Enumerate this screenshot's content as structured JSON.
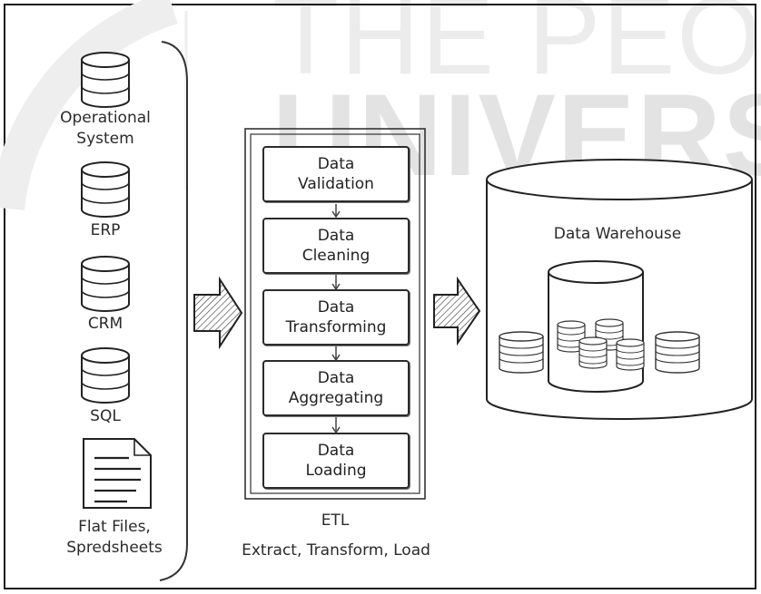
{
  "watermark": {
    "top_text": "THE PEOPLE",
    "main_text": "UNIVERSI"
  },
  "sources": [
    {
      "label_line1": "Operational",
      "label_line2": "System",
      "icon": "database-icon"
    },
    {
      "label_line1": "ERP",
      "label_line2": "",
      "icon": "database-icon"
    },
    {
      "label_line1": "CRM",
      "label_line2": "",
      "icon": "database-icon"
    },
    {
      "label_line1": "SQL",
      "label_line2": "",
      "icon": "database-icon"
    },
    {
      "label_line1": "Flat Files,",
      "label_line2": "Spredsheets",
      "icon": "document-icon"
    }
  ],
  "etl": {
    "steps": [
      {
        "line1": "Data",
        "line2": "Validation"
      },
      {
        "line1": "Data",
        "line2": "Cleaning"
      },
      {
        "line1": "Data",
        "line2": "Transforming"
      },
      {
        "line1": "Data",
        "line2": "Aggregating"
      },
      {
        "line1": "Data",
        "line2": "Loading"
      }
    ],
    "title": "ETL",
    "subtitle": "Extract, Transform, Load"
  },
  "warehouse": {
    "title": "Data Warehouse"
  }
}
